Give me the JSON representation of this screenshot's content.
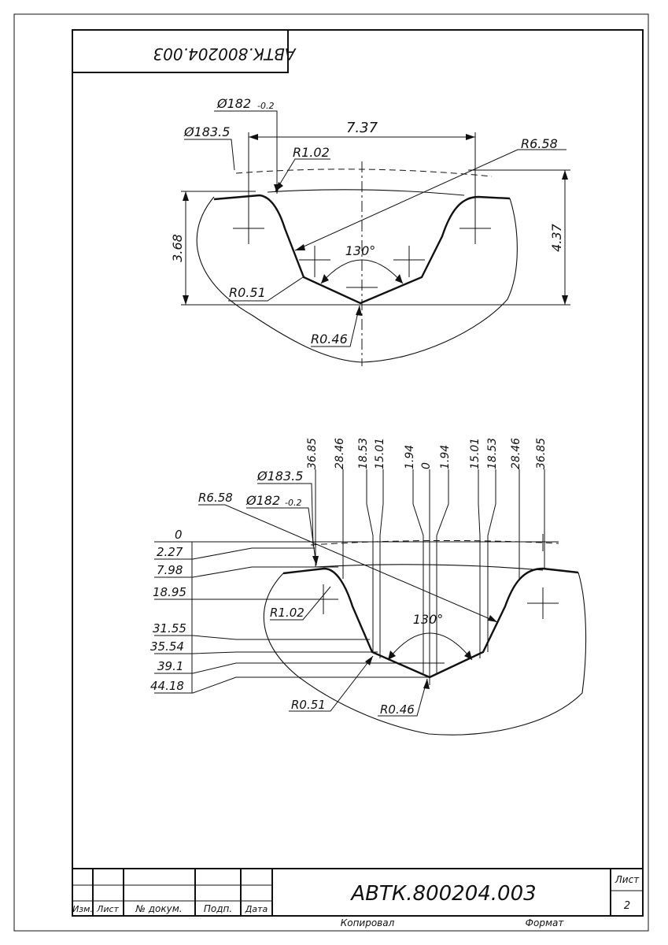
{
  "top_stamp": "АВТК.800204.003",
  "view1": {
    "dia_182": "Ø182",
    "dia_182_tol": "-0.2",
    "dia_1835": "Ø183.5",
    "width": "7.37",
    "r_102": "R1.02",
    "r_658": "R6.58",
    "height_left": "3.68",
    "height_right": "4.37",
    "angle": "130°",
    "r_051": "R0.51",
    "r_046": "R0.46"
  },
  "view2": {
    "col_labels": [
      "36.85",
      "28.46",
      "18.53",
      "15.01",
      "1.94",
      "0",
      "1.94",
      "15.01",
      "18.53",
      "28.46",
      "36.85"
    ],
    "row_labels": [
      "0",
      "2.27",
      "7.98",
      "18.95",
      "31.55",
      "35.54",
      "39.1",
      "44.18"
    ],
    "dia_1835": "Ø183.5",
    "r_658": "R6.58",
    "dia_182": "Ø182",
    "dia_182_tol": "-0.2",
    "r_102": "R1.02",
    "angle": "130°",
    "r_051": "R0.51",
    "r_046": "R0.46"
  },
  "title_block": {
    "designation": "АВТК.800204.003",
    "headers": [
      "Изм.",
      "Лист",
      "№ докум.",
      "Подп.",
      "Дата"
    ],
    "sheet_label": "Лист",
    "sheet_number": "2",
    "copied_label": "Копировал",
    "format_label": "Формат"
  }
}
